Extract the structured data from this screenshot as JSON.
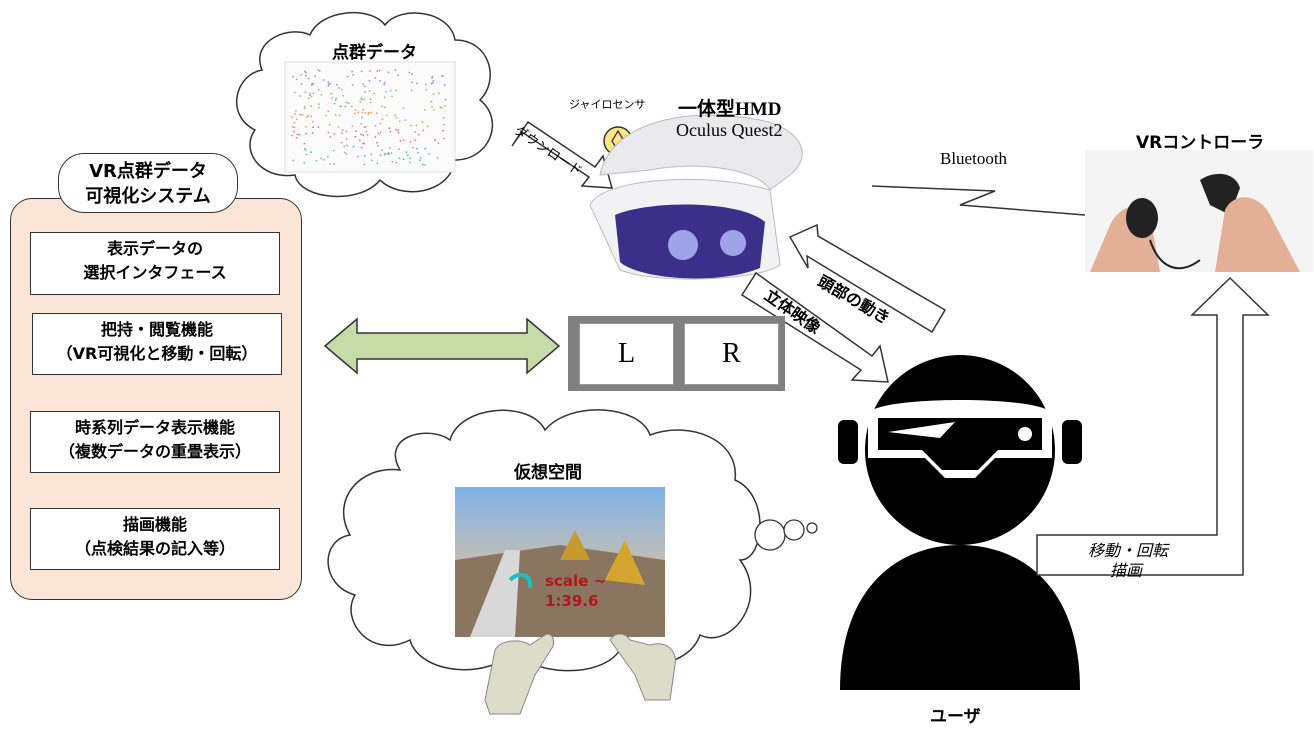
{
  "system": {
    "title_line1": "VR点群データ",
    "title_line2": "可視化システム",
    "functions": [
      {
        "line1": "表示データの",
        "line2": "選択インタフェース"
      },
      {
        "line1": "把持・閲覧機能",
        "line2": "（VR可視化と移動・回転）"
      },
      {
        "line1": "時系列データ表示機能",
        "line2": "（複数データの重畳表示）"
      },
      {
        "line1": "描画機能",
        "line2": "（点検結果の記入等）"
      }
    ]
  },
  "point_cloud_label": "点群データ",
  "download_label": "ダウンロード",
  "gyro_label": "ジャイロセンサ",
  "hmd": {
    "line1": "一体型HMD",
    "line2": "Oculus Quest2"
  },
  "bluetooth_label": "Bluetooth",
  "controller_label": "VRコントローラ",
  "head_motion_label": "頭部の動き",
  "stereo_label": "立体映像",
  "stereo_views": {
    "left": "L",
    "right": "R"
  },
  "virtual_space_label": "仮想空間",
  "screen_text": {
    "scale": "scale ~",
    "value": "1:39.6"
  },
  "controller_actions": {
    "line1": "移動・回転",
    "line2": "描画"
  },
  "user_label": "ユーザ",
  "colors": {
    "system_fill": "#fbe5d6",
    "double_arrow": "#c5dba8",
    "gyro_fill": "#fde68a"
  }
}
